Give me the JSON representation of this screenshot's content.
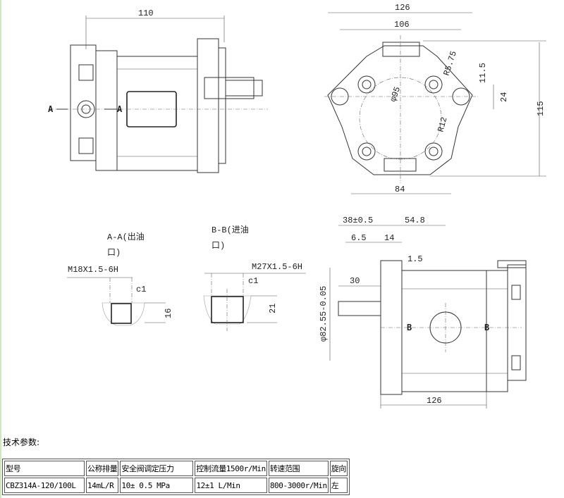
{
  "front_view": {
    "dim_width": "110",
    "section_mark_left": "A",
    "section_mark_right": "A"
  },
  "side_view": {
    "dim_overall_width": "126",
    "dim_bolt_spacing": "106",
    "dim_r575": "R5.75",
    "dim_11_5": "11.5",
    "dim_24": "24",
    "dim_height": "115",
    "dim_phi95": "φ95",
    "dim_r12": "R12",
    "dim_84": "84"
  },
  "section_aa": {
    "title_line1": "A-A(出油",
    "title_line2": "口)",
    "thread": "M18X1.5-6H",
    "chamfer": "c1",
    "depth": "16"
  },
  "section_bb": {
    "title_line1": "B-B(进油",
    "title_line2": "口)",
    "thread": "M27X1.5-6H",
    "chamfer": "c1",
    "depth": "21"
  },
  "bottom_view": {
    "dim_38": "38±0.5",
    "dim_54_8": "54.8",
    "dim_6_5": "6.5",
    "dim_14": "14",
    "dim_1_5": "1.5",
    "dim_30": "30",
    "dim_phi82": "φ82.55-0.05",
    "section_mark_left": "B",
    "section_mark_right": "B",
    "dim_126": "126"
  },
  "params_title": "技术参数:",
  "table": {
    "headers": [
      "型号",
      "公称排量",
      "安全阀调定压力",
      "控制流量1500r/Min",
      "转速范围",
      "旋向"
    ],
    "row": [
      "CBZ314A-120/100L",
      "14mL/R",
      "10± 0.5 MPa",
      "12±1 L/Min",
      "800-3000r/Min",
      "左"
    ]
  }
}
